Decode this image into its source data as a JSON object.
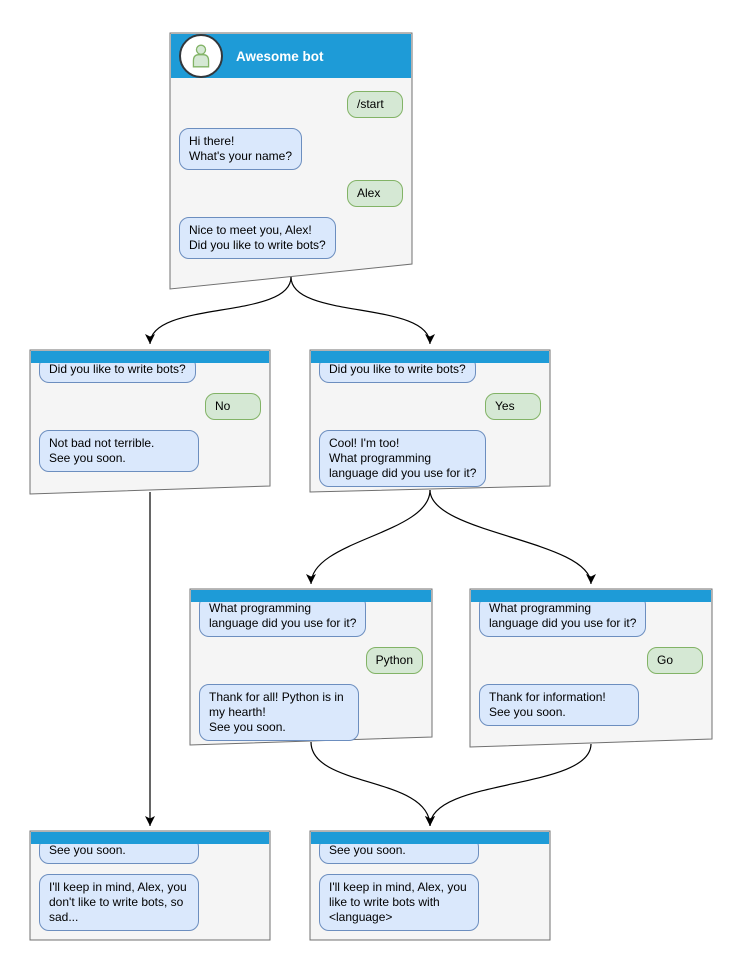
{
  "windows": {
    "main": {
      "title": "Awesome bot",
      "messages": [
        {
          "from": "user",
          "text": "/start"
        },
        {
          "from": "bot",
          "text": "Hi there!\nWhat's your name?"
        },
        {
          "from": "user",
          "text": "Alex"
        },
        {
          "from": "bot",
          "text": "Nice to meet you, Alex!\nDid you like to write bots?"
        }
      ]
    },
    "no_branch": {
      "messages": [
        {
          "from": "bot",
          "text": "Did you like to write bots?"
        },
        {
          "from": "user",
          "text": "No"
        },
        {
          "from": "bot",
          "text": "Not bad not terrible.\nSee you soon."
        }
      ]
    },
    "yes_branch": {
      "messages": [
        {
          "from": "bot",
          "text": "Did you like to write bots?"
        },
        {
          "from": "user",
          "text": "Yes"
        },
        {
          "from": "bot",
          "text": "Cool! I'm too!\nWhat programming\nlanguage did you use for it?"
        }
      ]
    },
    "python_branch": {
      "messages": [
        {
          "from": "bot",
          "text": "What programming\nlanguage did you use for it?"
        },
        {
          "from": "user",
          "text": "Python"
        },
        {
          "from": "bot",
          "text": "Thank for all! Python is in\nmy hearth!\nSee you soon."
        }
      ]
    },
    "go_branch": {
      "messages": [
        {
          "from": "bot",
          "text": "What programming\nlanguage did you use for it?"
        },
        {
          "from": "user",
          "text": "Go"
        },
        {
          "from": "bot",
          "text": "Thank for information!\nSee you soon."
        }
      ]
    },
    "end_no": {
      "messages": [
        {
          "from": "bot",
          "text": "See you soon."
        },
        {
          "from": "bot",
          "text": "I'll keep in mind, Alex, you\ndon't like to write bots, so\nsad..."
        }
      ]
    },
    "end_language": {
      "messages": [
        {
          "from": "bot",
          "text": "See you soon."
        },
        {
          "from": "bot",
          "text": "I'll keep in mind, Alex, you\nlike to write bots with\n<language>"
        }
      ]
    }
  },
  "colors": {
    "titlebar_blue": "#1E9BD7",
    "window_fill": "#F5F5F5",
    "window_border": "#707070",
    "bot_bubble_fill": "#DAE8FC",
    "bot_bubble_border": "#6C8EBF",
    "user_bubble_fill": "#D5E8D4",
    "user_bubble_border": "#82B366",
    "connector": "#000000"
  }
}
